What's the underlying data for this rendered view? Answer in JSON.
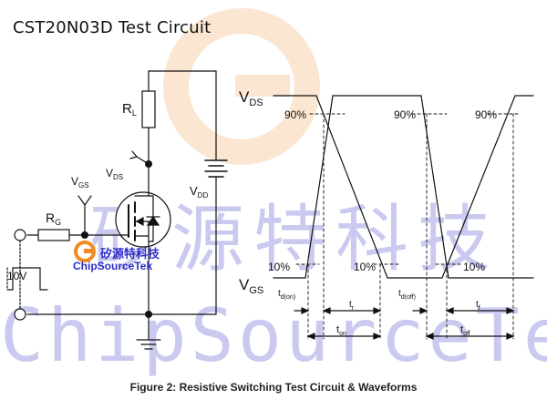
{
  "title": "CST20N03D Test Circuit",
  "caption": "Figure 2: Resistive Switching Test Circuit & Waveforms",
  "watermark": {
    "cn": "矽源特科技",
    "en": "ChipSourceTek"
  },
  "logo": {
    "name_cn": "矽源特科技",
    "name_en": "ChipSourceTek",
    "accent_color": "#f08a24",
    "text_color": "#2c2cc8"
  },
  "circuit": {
    "rl": {
      "main": "R",
      "sub": "L"
    },
    "vds": {
      "main": "V",
      "sub": "DS"
    },
    "vdd": {
      "main": "V",
      "sub": "DD"
    },
    "vgs": {
      "main": "V",
      "sub": "GS"
    },
    "rg": {
      "main": "R",
      "sub": "G"
    },
    "pulse": "10V"
  },
  "waveforms": {
    "vds": {
      "main": "V",
      "sub": "DS"
    },
    "vgs": {
      "main": "V",
      "sub": "GS"
    },
    "pct90": "90%",
    "pct10": "10%",
    "td_on": {
      "main": "t",
      "sub": "d(on)"
    },
    "tr": {
      "main": "t",
      "sub": "r"
    },
    "td_off": {
      "main": "t",
      "sub": "d(off)"
    },
    "tf": {
      "main": "t",
      "sub": "f"
    },
    "ton": {
      "main": "t",
      "sub": "on"
    },
    "toff": {
      "main": "t",
      "sub": "off"
    }
  }
}
